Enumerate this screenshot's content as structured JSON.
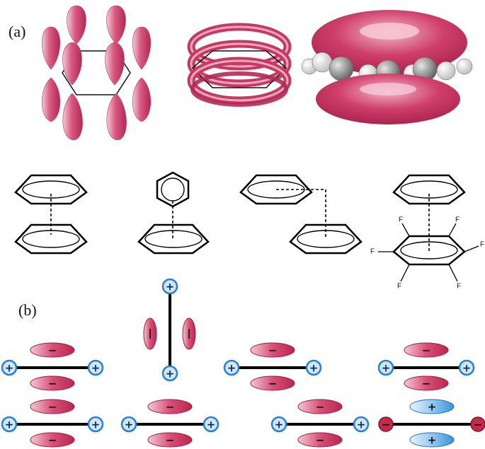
{
  "panel_a_label": "(a)",
  "panel_b_label": "(b)",
  "fluorine_symbol": "F",
  "plus_symbol": "+",
  "minus_symbol": "−",
  "colors": {
    "pi_cloud": "#c43a63",
    "pi_cloud_light": "#f5c3d3",
    "positive_node": "#2b7fd0",
    "positive_node_light": "#cfe7fb",
    "negative_node": "#c42a4a",
    "carbon_atom": "#8a8a8a",
    "hydrogen_atom": "#f2f2f2",
    "bond": "#000000"
  },
  "icons": [
    "p-orbital-benzene",
    "torus-benzene",
    "space-filling-benzene",
    "benzene-ring",
    "hexafluorobenzene-ring",
    "quadrupole-diagram"
  ]
}
